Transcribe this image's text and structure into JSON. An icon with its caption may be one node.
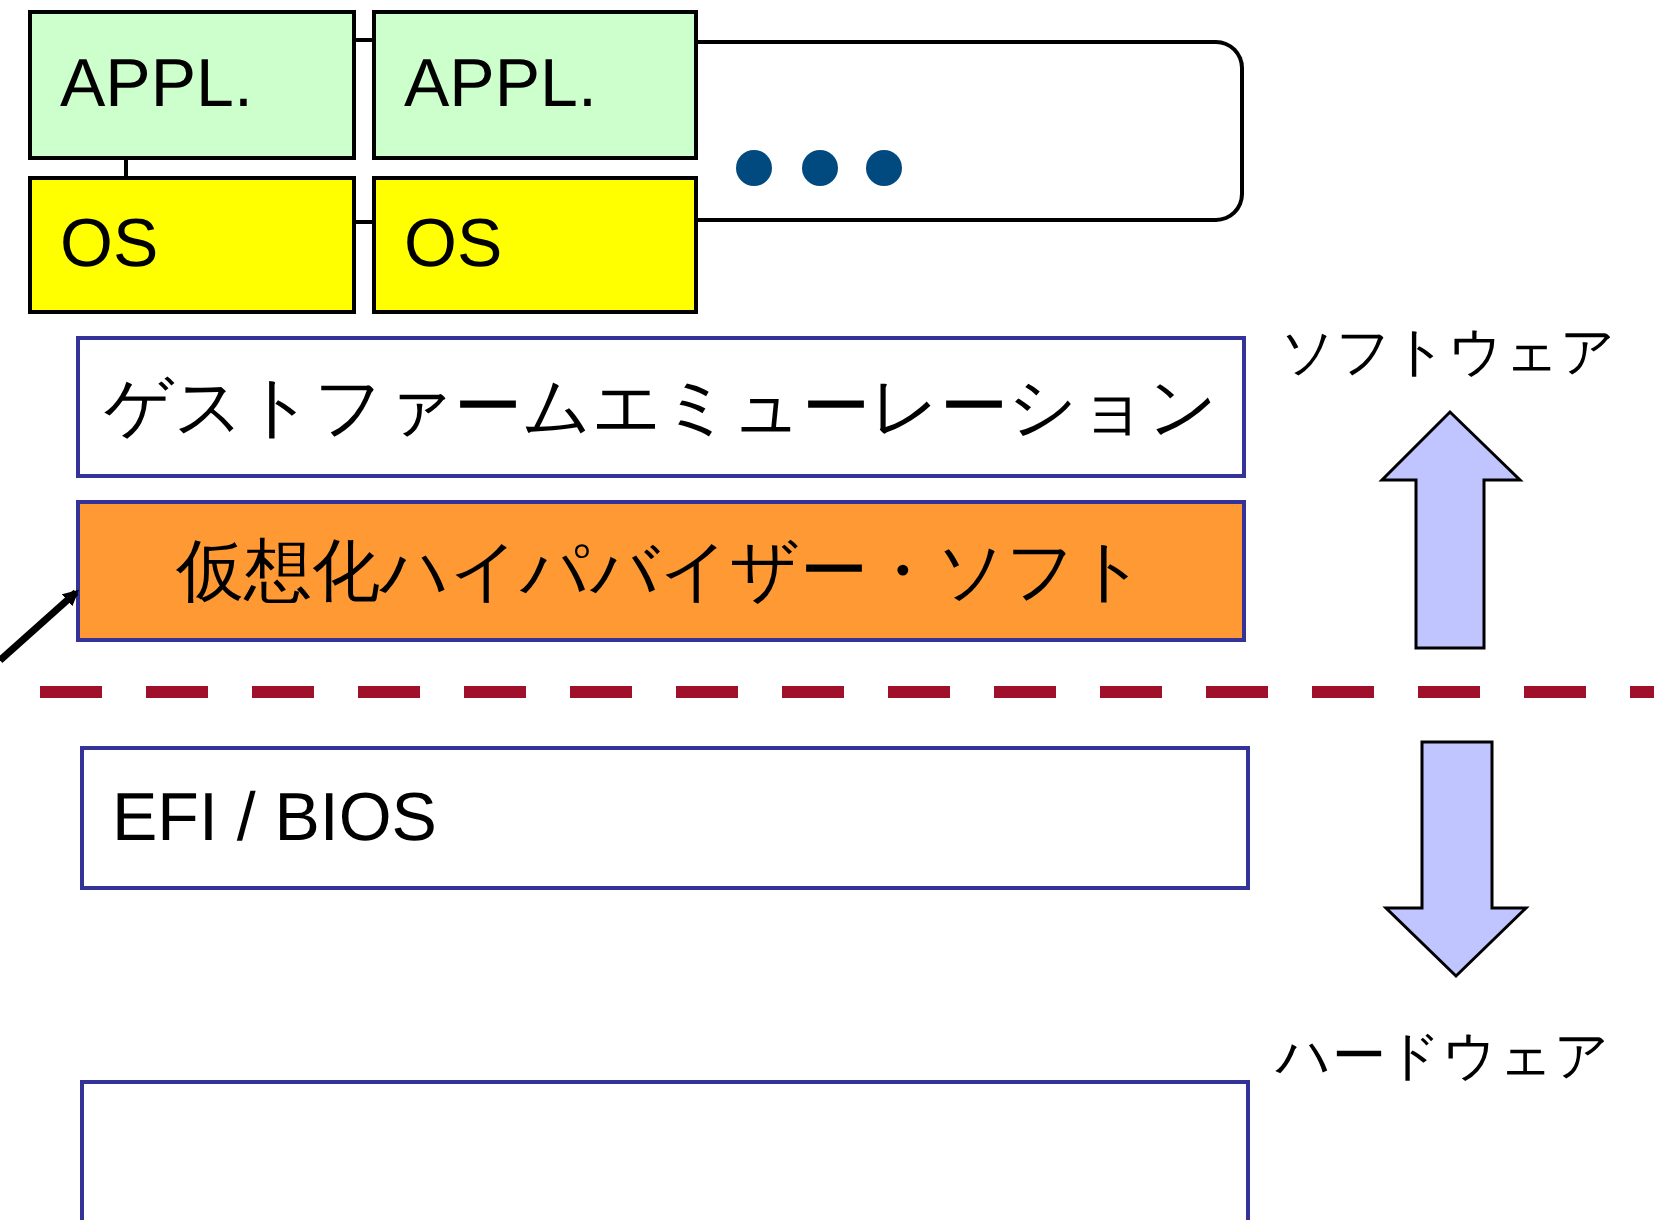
{
  "diagram": {
    "nodes": [
      {
        "text": [],
        "shape": "box"
      },
      {
        "text": [
          "APPL."
        ]
      },
      {
        "text": [
          "APPL."
        ]
      },
      {
        "text": [
          "OS"
        ]
      },
      {
        "text": [
          "OS"
        ]
      },
      {
        "text": [
          "ゲストファームエミューレーション"
        ]
      },
      {
        "text": [
          "仮想化ハイパバイザー・ソフト"
        ]
      },
      {
        "text": [
          "EFI / BIOS"
        ]
      },
      {
        "text": [],
        "shape": "box"
      }
    ],
    "edges": [
      {
        "from": null,
        "to": 6,
        "arrow": "to"
      }
    ],
    "labels": [
      "ソフトウェア",
      "ハードウェア"
    ]
  }
}
